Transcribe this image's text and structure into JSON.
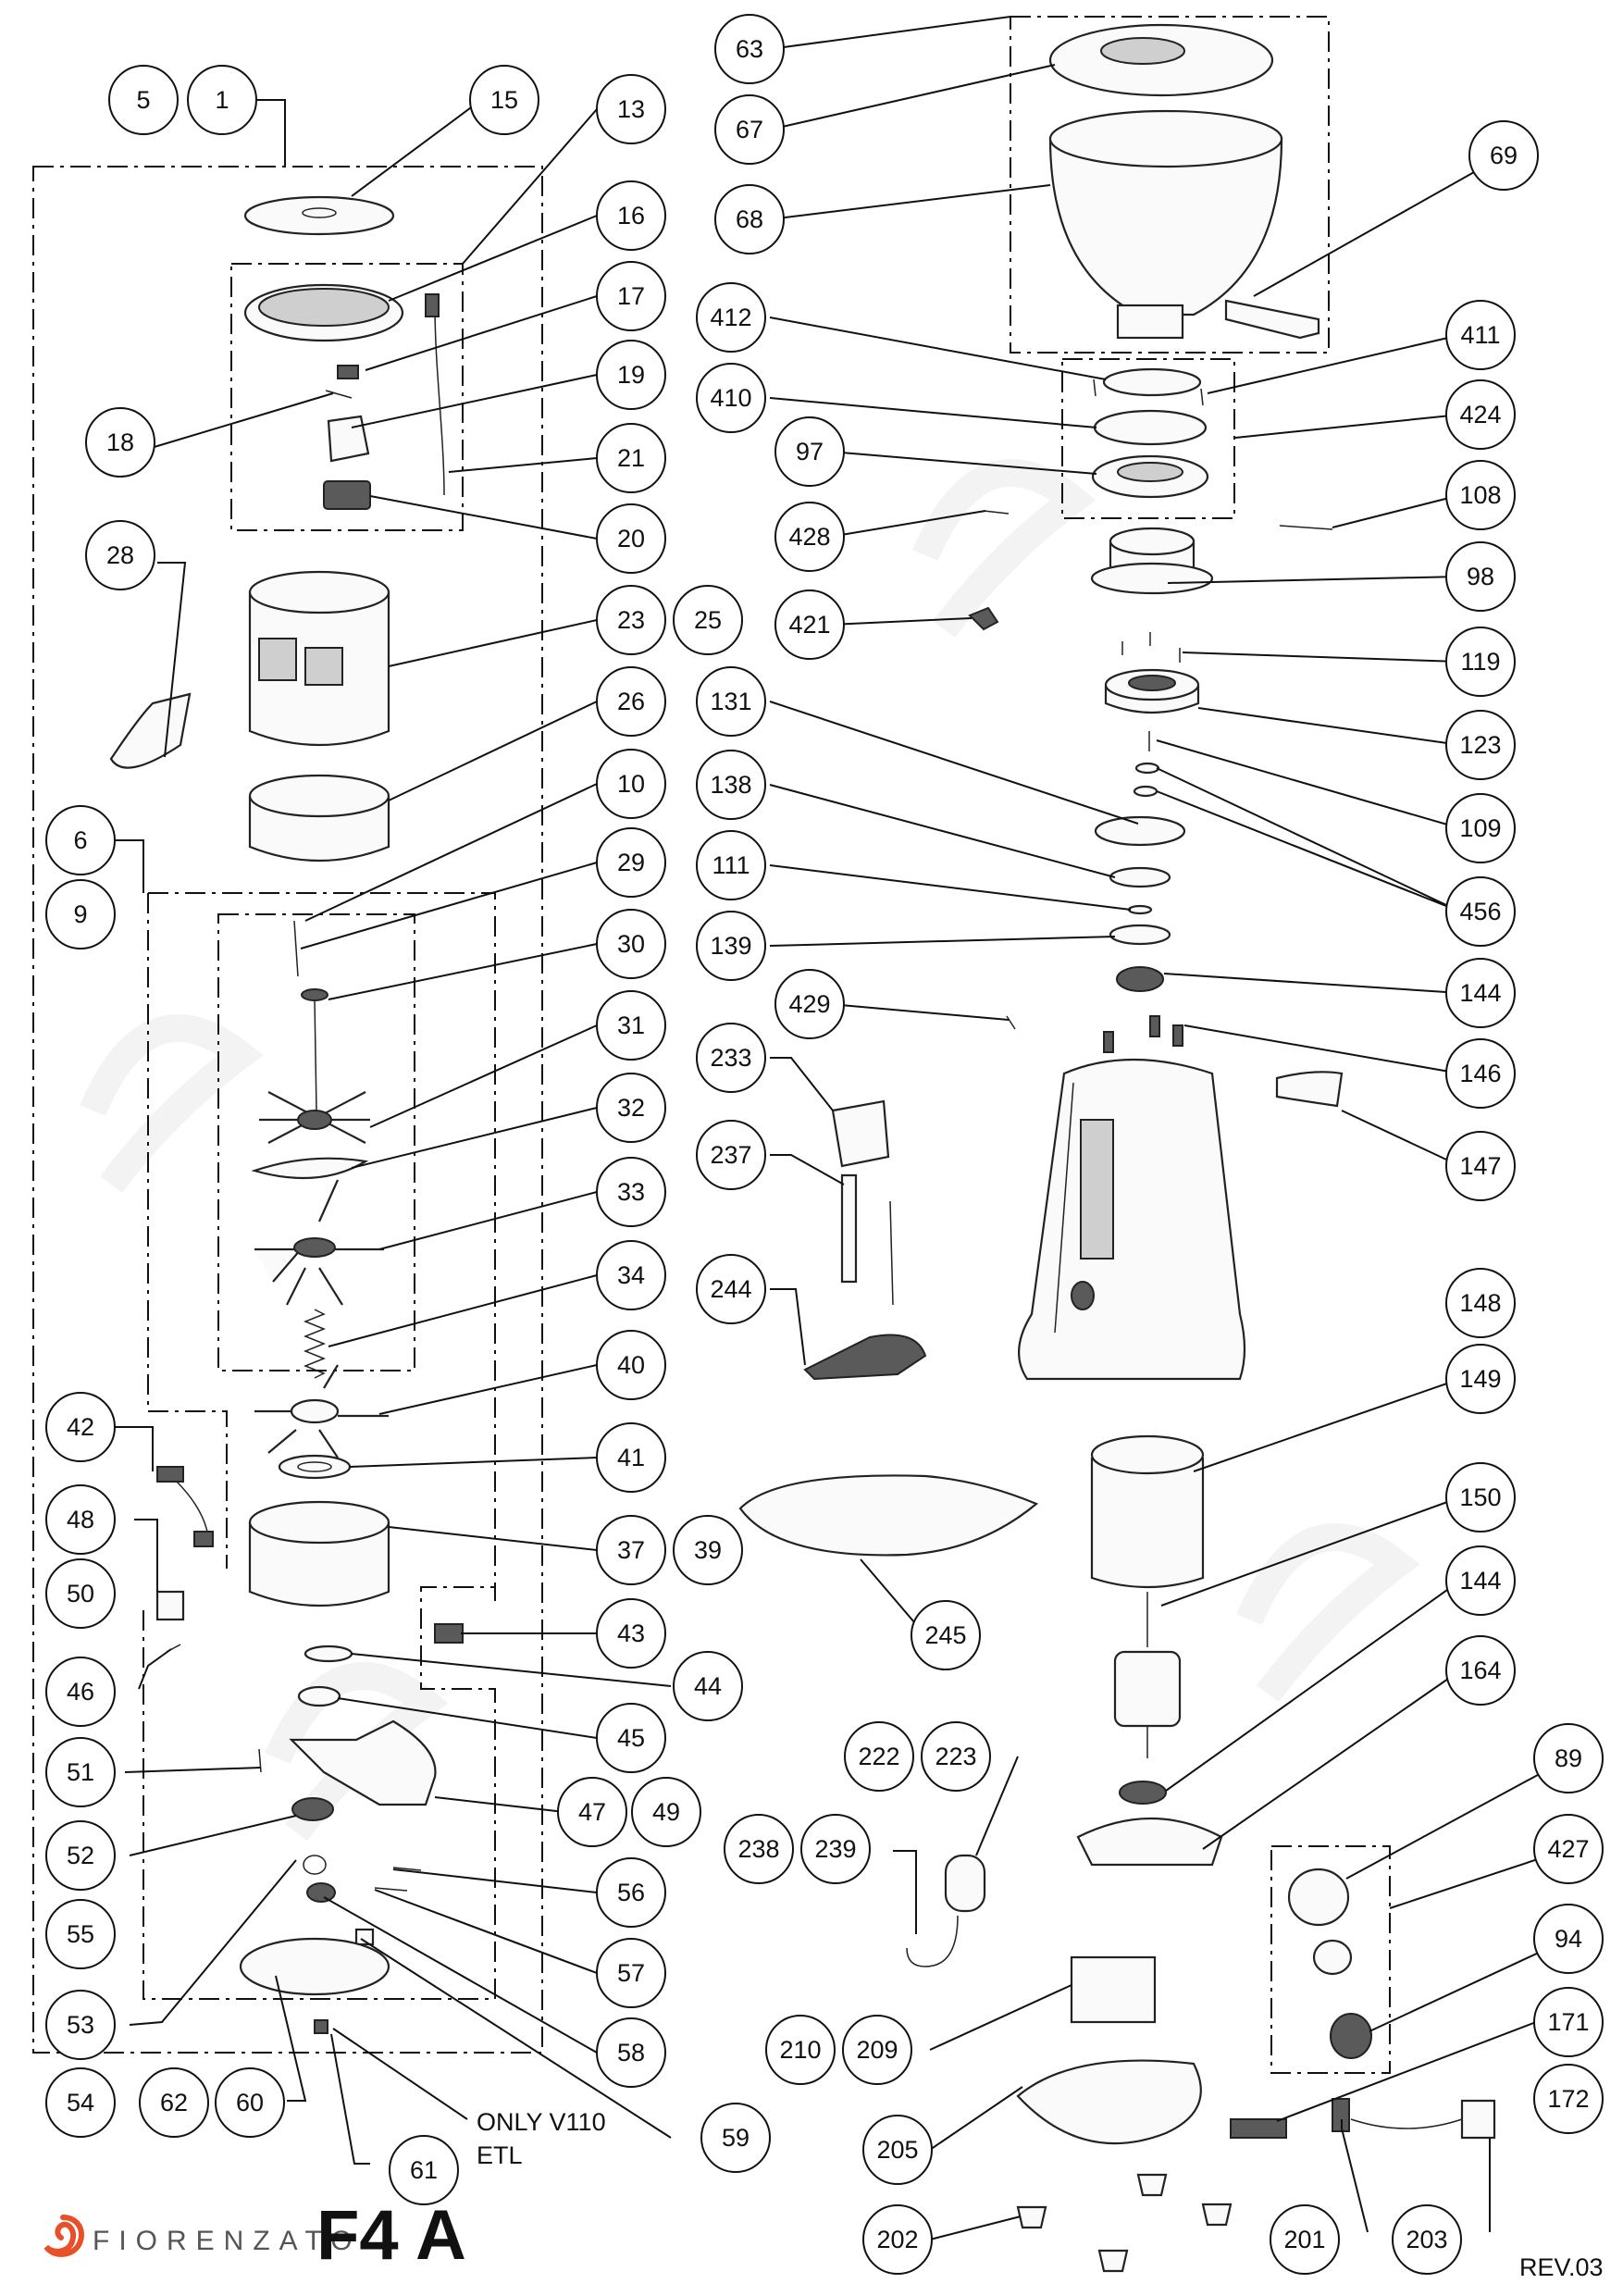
{
  "brand": {
    "name": "FIORENZATO",
    "logo_icon": "fiorenzato-swirl-logo-icon",
    "logo_color": "#e8502a"
  },
  "model": "F4 A",
  "revision": "REV.03",
  "note": {
    "line1": "ONLY V110",
    "line2": "ETL"
  },
  "callouts": [
    "5",
    "1",
    "15",
    "13",
    "16",
    "17",
    "18",
    "19",
    "21",
    "20",
    "28",
    "23",
    "25",
    "26",
    "10",
    "6",
    "9",
    "29",
    "30",
    "31",
    "32",
    "33",
    "34",
    "40",
    "41",
    "42",
    "37",
    "39",
    "48",
    "50",
    "43",
    "44",
    "46",
    "45",
    "51",
    "47",
    "49",
    "52",
    "56",
    "55",
    "57",
    "53",
    "58",
    "54",
    "62",
    "60",
    "61",
    "59",
    "63",
    "67",
    "68",
    "69",
    "412",
    "411",
    "410",
    "424",
    "97",
    "108",
    "428",
    "98",
    "421",
    "119",
    "131",
    "123",
    "109",
    "138",
    "456",
    "111",
    "139",
    "144",
    "429",
    "146",
    "233",
    "147",
    "237",
    "244",
    "148",
    "149",
    "150",
    "245",
    "144",
    "164",
    "222",
    "223",
    "89",
    "238",
    "239",
    "427",
    "94",
    "210",
    "209",
    "171",
    "205",
    "172",
    "202",
    "201",
    "203"
  ]
}
